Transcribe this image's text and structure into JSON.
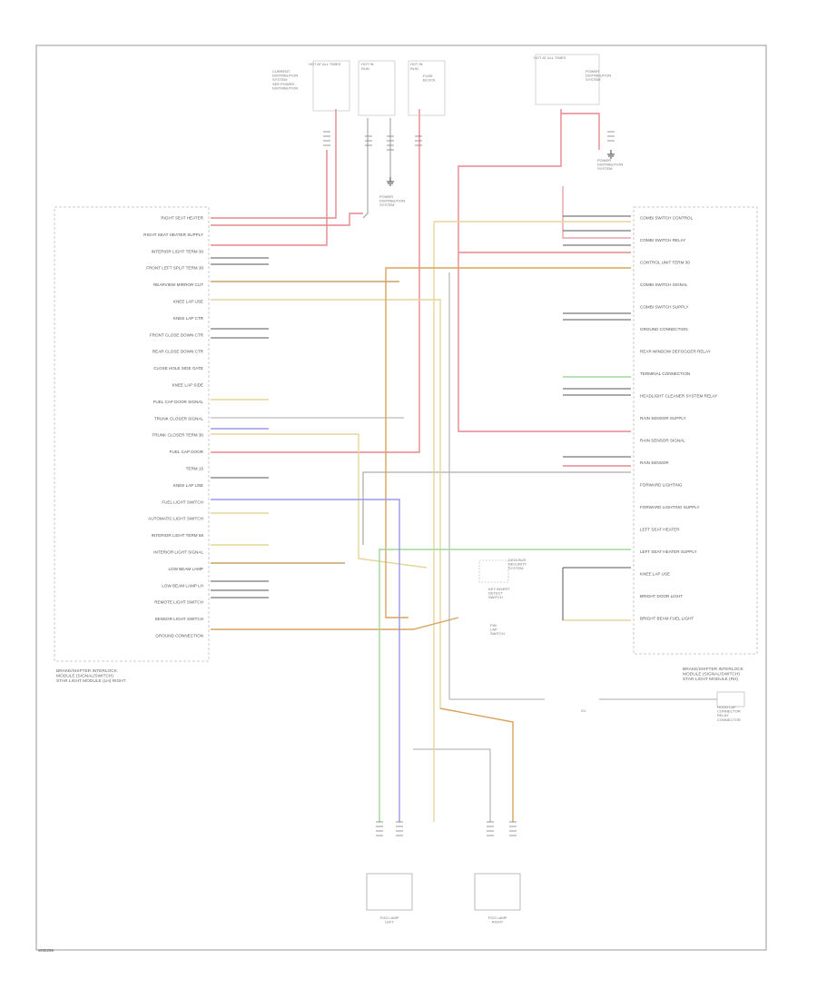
{
  "diagram_id": "W60296",
  "modules": {
    "left": {
      "name": "BRAKE/SHIFTER INTERLOCK\nMODULE (SIGNAL/SWITCH)\nSTAR LIGHT MODULE (LH) RIGHT",
      "pins": [
        {
          "label": "RIGHT SEAT HEATER"
        },
        {
          "label": "RIGHT SEAT HEATER SUPPLY"
        },
        {
          "label": "INTERIOR LIGHT TERM 30"
        },
        {
          "label": "FRONT LEFT SPLIT TERM 30"
        },
        {
          "label": "REARVIEW MIRROR CUT"
        },
        {
          "label": "KNEE LAP USE"
        },
        {
          "label": "KNEE LAP CTR"
        },
        {
          "label": "FRONT CLOSE DOWN CTR"
        },
        {
          "label": "REAR CLOSE DOWN CTR"
        },
        {
          "label": "CLOSE HOLE SIDE GATE"
        },
        {
          "label": "KNEE LAP SIDE"
        },
        {
          "label": "FUEL CAP DOOR SIGNAL"
        },
        {
          "label": "TRUNK CLOSER SIGNAL"
        },
        {
          "label": "TRUNK CLOSER TERM 30"
        },
        {
          "label": "FUEL CAP DOOR"
        },
        {
          "label": "TERM 15"
        },
        {
          "label": "KNEE LAP USE"
        },
        {
          "label": "FUEL LIGHT SWITCH"
        },
        {
          "label": "AUTOMATIC LIGHT SWITCH"
        },
        {
          "label": "INTERIOR LIGHT TERM 58"
        },
        {
          "label": "INTERIOR LIGHT SIGNAL"
        },
        {
          "label": "LOW BEAM LAMP"
        },
        {
          "label": "LOW BEAM LAMP LH"
        },
        {
          "label": "REMOTE LIGHT SWITCH"
        },
        {
          "label": "SENSOR LIGHT SWITCH"
        },
        {
          "label": "GROUND CONNECTION"
        }
      ]
    },
    "right": {
      "name": "BRAKE/SHIFTER INTERLOCK\nMODULE (SIGNAL/SWITCH)\nSTAR LIGHT MODULE (RH)",
      "pins": [
        {
          "label": "COMBI SWITCH CONTROL"
        },
        {
          "label": "COMBI SWITCH RELAY"
        },
        {
          "label": "CONTROL UNIT TERM 30"
        },
        {
          "label": "COMBI SWITCH SIGNAL"
        },
        {
          "label": "COMBI SWITCH SUPPLY"
        },
        {
          "label": "GROUND CONNECTION"
        },
        {
          "label": "REAR WINDOW DEFOGGER RELAY"
        },
        {
          "label": "TERMINAL CONNECTION"
        },
        {
          "label": "HEADLIGHT CLEANER SYSTEM RELAY"
        },
        {
          "label": "RAIN SENSOR SUPPLY"
        },
        {
          "label": "RAIN SENSOR SIGNAL"
        },
        {
          "label": "RAIN SENSOR"
        },
        {
          "label": "FORWARD LIGHTING"
        },
        {
          "label": "FORWARD LIGHTING SUPPLY"
        },
        {
          "label": "LEFT SEAT HEATER"
        },
        {
          "label": "LEFT SEAT HEATER SUPPLY"
        },
        {
          "label": "KNEE LAP USE"
        },
        {
          "label": "BRIGHT DOOR LIGHT"
        },
        {
          "label": "BRIGHT BEAM FUEL LIGHT"
        }
      ]
    }
  },
  "fuses": [
    {
      "label": "HOT AT ALL TIMES"
    },
    {
      "label": "HOT IN\nRUN"
    },
    {
      "label": "HOT IN\nRUN"
    },
    {
      "label": "HOT AT ALL TIMES"
    }
  ],
  "notes": {
    "current_distribution": "CURRENT\nDISTRIBUTION\nSYSTEM\nSEE POWER\nDISTRIBUTION",
    "power_distribution": "POWER\nDISTRIBUTION\nSYSTEM",
    "fuse_block": "FUSE\nBLOCK",
    "power_distribution_2": "POWER\nDISTRIBUTION\nSYSTEM",
    "power_distribution_3": "POWER\nDISTRIBUTION\nSYSTEM",
    "mid_module": "DATA BUS\nSECURITY\nSYSTEM",
    "key_detect": "KEY INSERT\nDETECT\nSWITCH",
    "pin_note": "PIN\nLAP\nSWITCH",
    "hood_latch": "HOOD LAP\nCONNECTOR\nRELAY\nCONNECTOR",
    "g1": "G1"
  },
  "bottom_components": [
    {
      "label": "FOG LAMP\nLEFT"
    },
    {
      "label": "FOG LAMP\nRIGHT"
    }
  ]
}
